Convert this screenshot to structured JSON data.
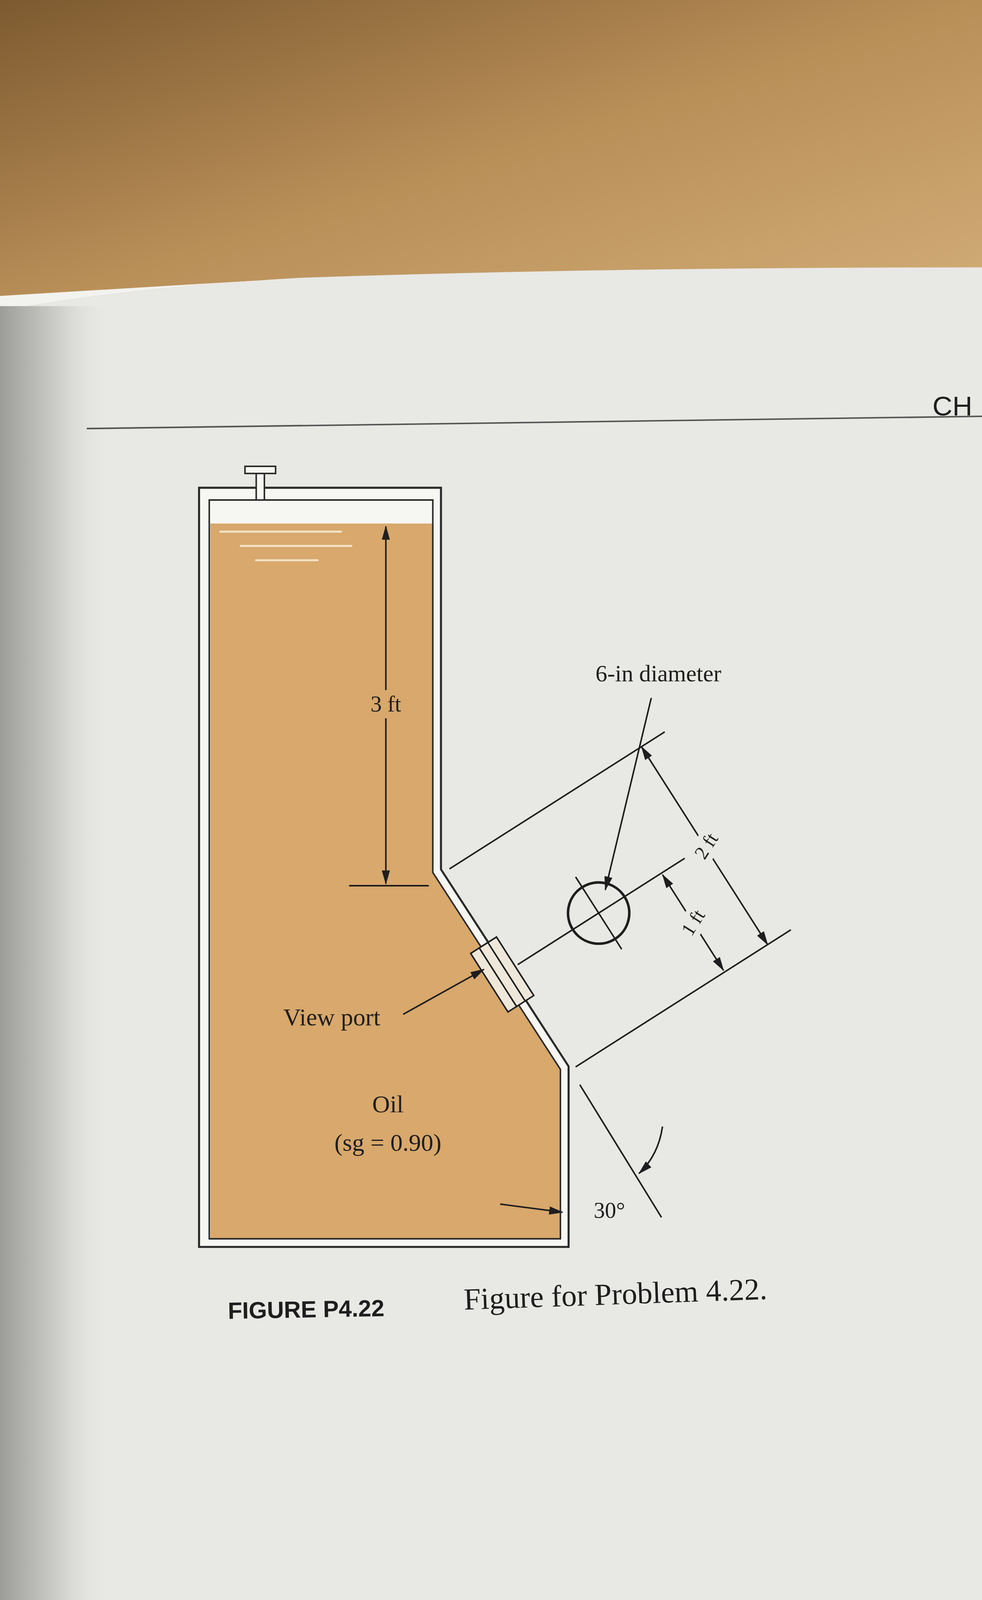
{
  "diagram": {
    "caption": "Figure for Problem 4.22.",
    "labels": [
      "CH",
      "6-in diameter",
      "3 ft",
      "2 ft",
      "1 ft",
      "View port",
      "Oil",
      "(sg = 0.90)",
      "30°",
      "FIGURE P4.22"
    ]
  }
}
